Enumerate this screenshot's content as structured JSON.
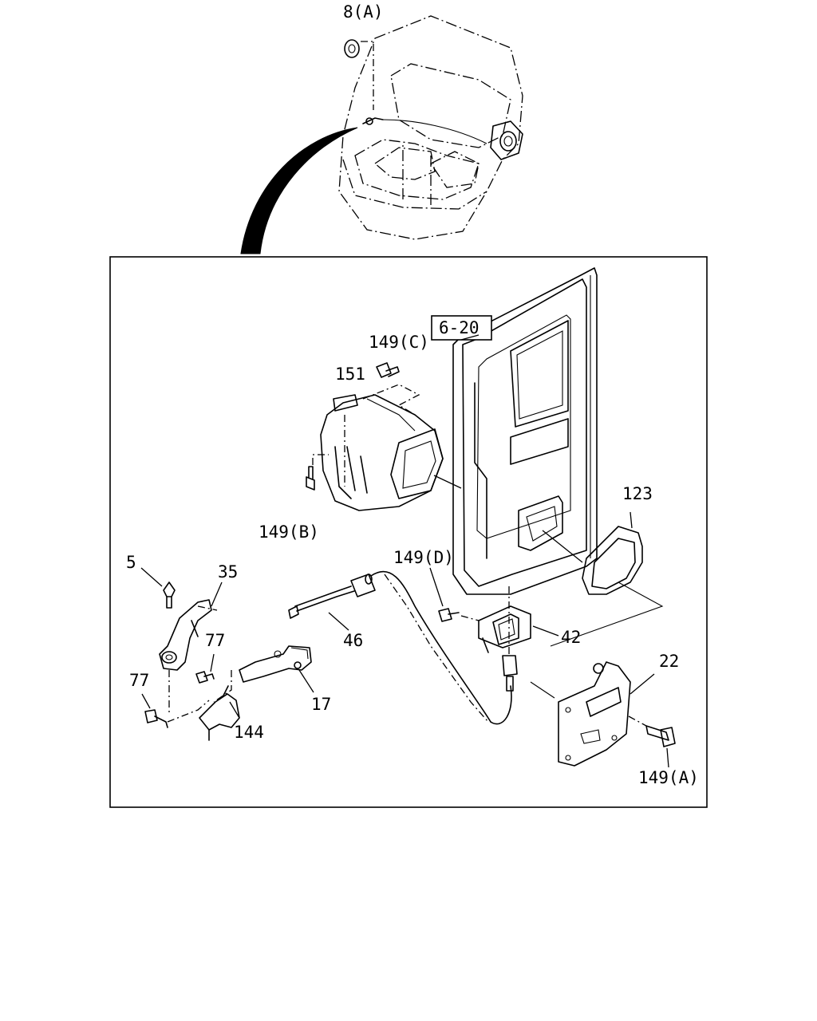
{
  "labels": {
    "top_ref": "8(A)",
    "ref_box": "6-20",
    "p149c": "149(C)",
    "p151": "151",
    "p149b": "149(B)",
    "p123": "123",
    "p5": "5",
    "p35": "35",
    "p149d": "149(D)",
    "p77a": "77",
    "p46": "46",
    "p42": "42",
    "p22": "22",
    "p77b": "77",
    "p17": "17",
    "p144": "144",
    "p149a": "149(A)"
  }
}
